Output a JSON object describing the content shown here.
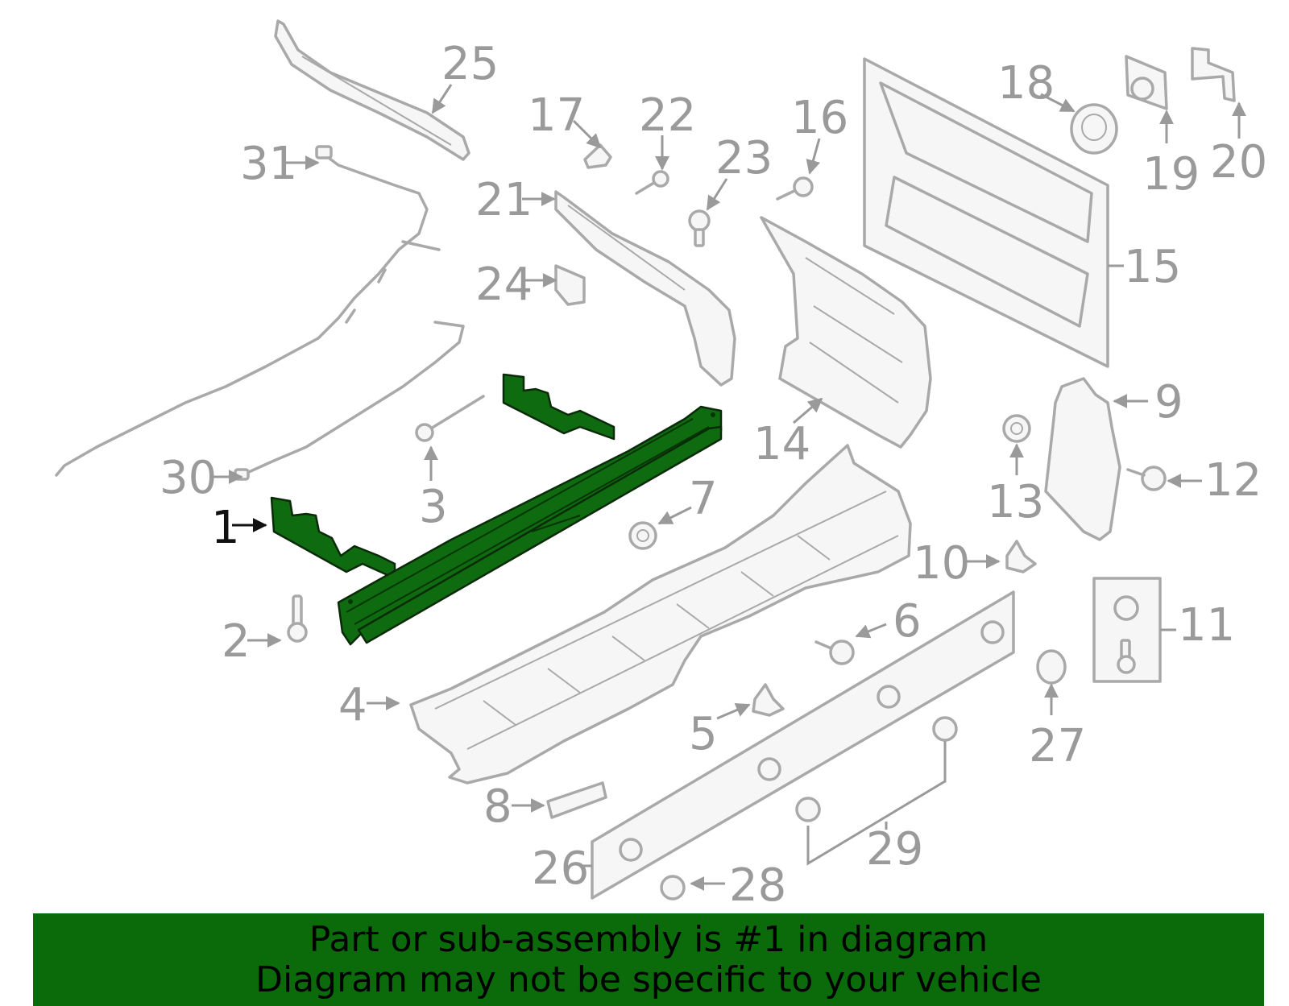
{
  "callouts": {
    "c1": "1",
    "c2": "2",
    "c3": "3",
    "c4": "4",
    "c5": "5",
    "c6": "6",
    "c7": "7",
    "c8": "8",
    "c9": "9",
    "c10": "10",
    "c11": "11",
    "c12": "12",
    "c13": "13",
    "c14": "14",
    "c15": "15",
    "c16": "16",
    "c17": "17",
    "c18": "18",
    "c19": "19",
    "c20": "20",
    "c21": "21",
    "c22": "22",
    "c23": "23",
    "c24": "24",
    "c25": "25",
    "c26": "26",
    "c27": "27",
    "c28": "28",
    "c29": "29",
    "c30": "30",
    "c31": "31"
  },
  "highlighted_part": "1",
  "colors": {
    "highlight": "#0f6b0f",
    "part_lines": "#a9a9a9",
    "callout_text": "#9a9a9a",
    "banner": "#0b6b0b"
  },
  "banner": {
    "line1": "Part or sub-assembly is #1 in diagram",
    "line2": "Diagram may not be specific to your vehicle"
  }
}
